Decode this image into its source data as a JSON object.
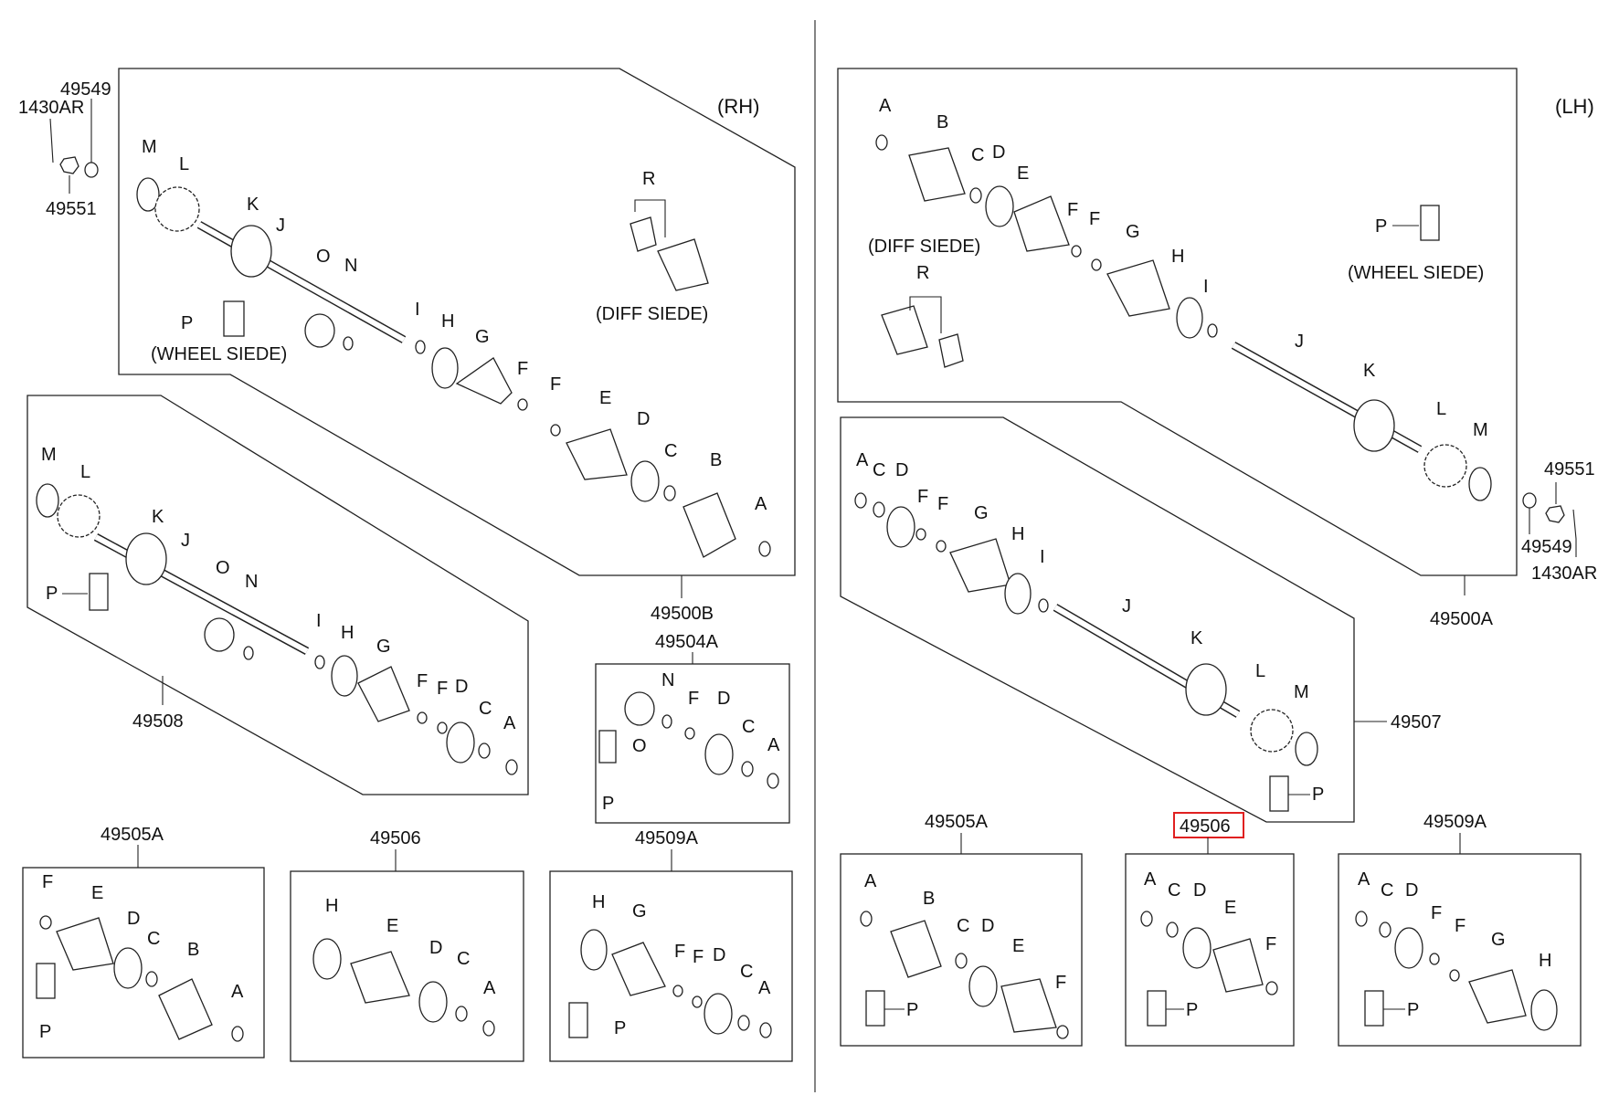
{
  "sides": {
    "rh": "(RH)",
    "lh": "(LH)"
  },
  "notes": {
    "rh_diff": "(DIFF SIEDE)",
    "rh_wheel": "(WHEEL SIEDE)",
    "lh_diff": "(DIFF SIEDE)",
    "lh_wheel": "(WHEEL SIEDE)"
  },
  "assemblies": {
    "rh_main": "49500B",
    "lh_main": "49500A",
    "rh_alt": "49508",
    "lh_alt": "49507"
  },
  "kits": {
    "rh_inner": "49504A",
    "rh_outer_boot": "49505A",
    "rh_inner_boot": "49506",
    "rh_boot_set": "49509A",
    "lh_outer_boot": "49505A",
    "lh_inner_boot": "49506",
    "lh_boot_set": "49509A"
  },
  "hub": {
    "rh": {
      "bolt": "1430AR",
      "washer": "49549",
      "nut": "49551"
    },
    "lh": {
      "nut": "49551",
      "washer": "49549",
      "bolt": "1430AR"
    }
  },
  "letters": [
    "A",
    "B",
    "C",
    "D",
    "E",
    "F",
    "G",
    "H",
    "I",
    "J",
    "K",
    "L",
    "M",
    "N",
    "O",
    "P",
    "R"
  ],
  "selected_part": "49506",
  "colors": {
    "highlight": "#e02020",
    "line": "#222222"
  }
}
